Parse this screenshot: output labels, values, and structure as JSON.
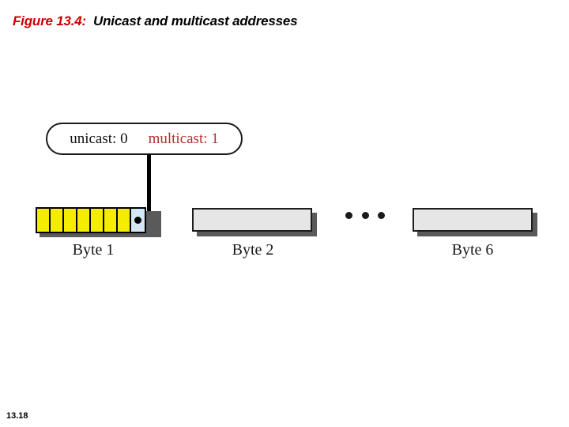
{
  "title": {
    "figure_label": "Figure 13.4:",
    "caption": "Unicast and multicast addresses",
    "label_color": "#cc0000",
    "caption_color": "#000000"
  },
  "legend": {
    "unicast": "unicast: 0",
    "multicast": "multicast: 1",
    "unicast_color": "#111111",
    "multicast_color": "#b03030"
  },
  "diagram": {
    "byte1": {
      "caption": "Byte 1",
      "bit_count": 8,
      "bit_fill_color": "#f5ed00",
      "flag_bit_index": 8,
      "flag_bit_color": "#d3e7f6",
      "flag_marker": "dot"
    },
    "byte2": {
      "caption": "Byte 2",
      "fill_color": "#e6e6e6"
    },
    "byte6": {
      "caption": "Byte 6",
      "fill_color": "#e6e6e6"
    },
    "ellipsis": "• • •",
    "connector": "vertical-line"
  },
  "footer": {
    "slide_number": "13.18"
  }
}
